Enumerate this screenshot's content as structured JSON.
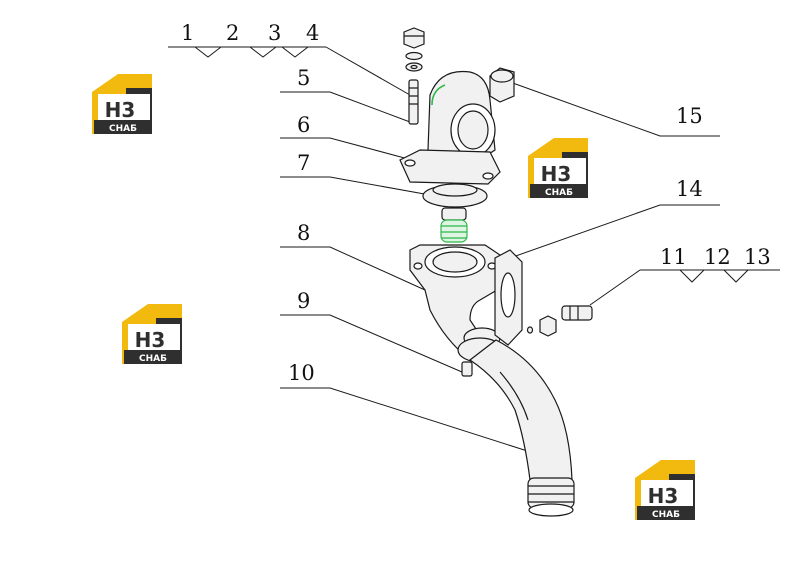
{
  "callouts": {
    "c1": "1",
    "c2": "2",
    "c3": "3",
    "c4": "4",
    "c5": "5",
    "c6": "6",
    "c7": "7",
    "c8": "8",
    "c9": "9",
    "c10": "10",
    "c11": "11",
    "c12": "12",
    "c13": "13",
    "c14": "14",
    "c15": "15"
  },
  "watermark": {
    "letters": "H3",
    "word": "СНАБ"
  },
  "colors": {
    "line": "#1a1a1a",
    "part_fill": "#f1f1f1",
    "highlight_green": "#2fb84a",
    "logo_yellow": "#f2b90f",
    "logo_dark": "#2f2f2f"
  }
}
